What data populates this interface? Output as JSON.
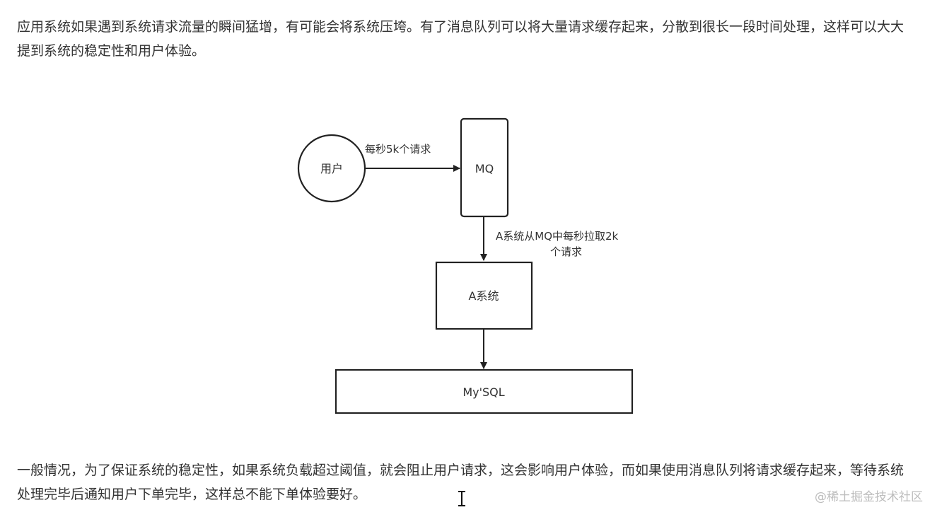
{
  "paragraph_top": "应用系统如果遇到系统请求流量的瞬间猛增，有可能会将系统压垮。有了消息队列可以将大量请求缓存起来，分散到很长一段时间处理，这样可以大大提到系统的稳定性和用户体验。",
  "diagram": {
    "user": "用户",
    "mq": "MQ",
    "edge_user_mq": "每秒5k个请求",
    "edge_mq_a_line1": "A系统从MQ中每秒拉取2k",
    "edge_mq_a_line2": "个请求",
    "a_system": "A系统",
    "mysql": "My'SQL"
  },
  "paragraph_bottom": "一般情况，为了保证系统的稳定性，如果系统负载超过阈值，就会阻止用户请求，这会影响用户体验，而如果使用消息队列将请求缓存起来，等待系统处理完毕后通知用户下单完毕，这样总不能下单体验要好。",
  "watermark": "@稀土掘金技术社区",
  "colors": {
    "text": "#333333",
    "stroke": "#222222",
    "watermark": "#bdbdbd"
  }
}
